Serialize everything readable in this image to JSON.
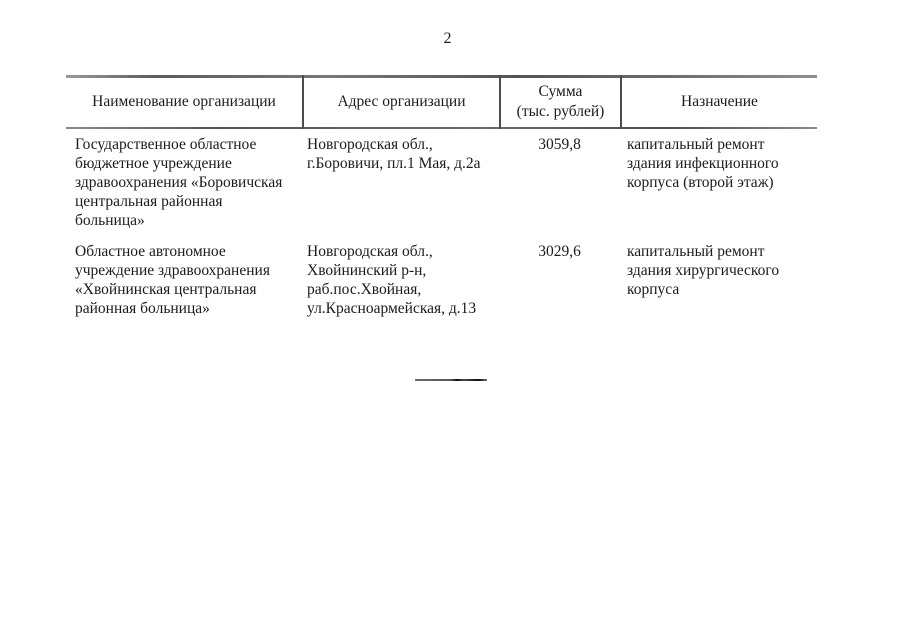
{
  "page": {
    "number": "2"
  },
  "table": {
    "columns": [
      "Наименование организации",
      "Адрес организации",
      "Сумма\n(тыс. рублей)",
      "Назначение"
    ],
    "rows": [
      {
        "organization": "Государственное областное\nбюджетное учреждение\nздравоохранения «Боровичская\nцентральная районная\nбольница»",
        "address": "Новгородская обл.,\nг.Боровичи, пл.1 Мая, д.2а",
        "amount": "3059,8",
        "purpose": "капитальный ремонт\nздания инфекционного\nкорпуса (второй этаж)"
      },
      {
        "organization": "Областное автономное\nучреждение здравоохранения\n«Хвойнинская центральная\nрайонная больница»",
        "address": "Новгородская обл.,\nХвойнинский р-н,\nраб.пос.Хвойная,\nул.Красноармейская, д.13",
        "amount": "3029,6",
        "purpose": "капитальный ремонт\nздания хирургического\nкорпуса"
      }
    ]
  }
}
